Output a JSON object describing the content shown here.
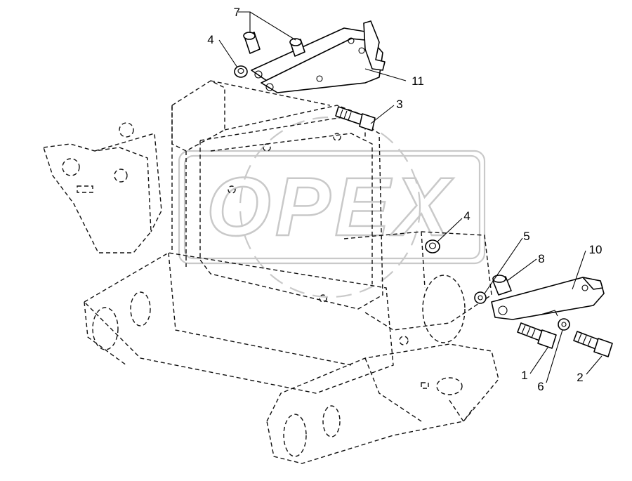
{
  "watermark": {
    "text": "OPEX"
  },
  "callouts": {
    "c1": "1",
    "c2": "2",
    "c3": "3",
    "c4a": "4",
    "c4b": "4",
    "c5": "5",
    "c6": "6",
    "c7": "7",
    "c8": "8",
    "c10": "10",
    "c11": "11"
  },
  "colors": {
    "line": "#000000",
    "watermark": "#c9c9c9",
    "background": "#ffffff"
  }
}
